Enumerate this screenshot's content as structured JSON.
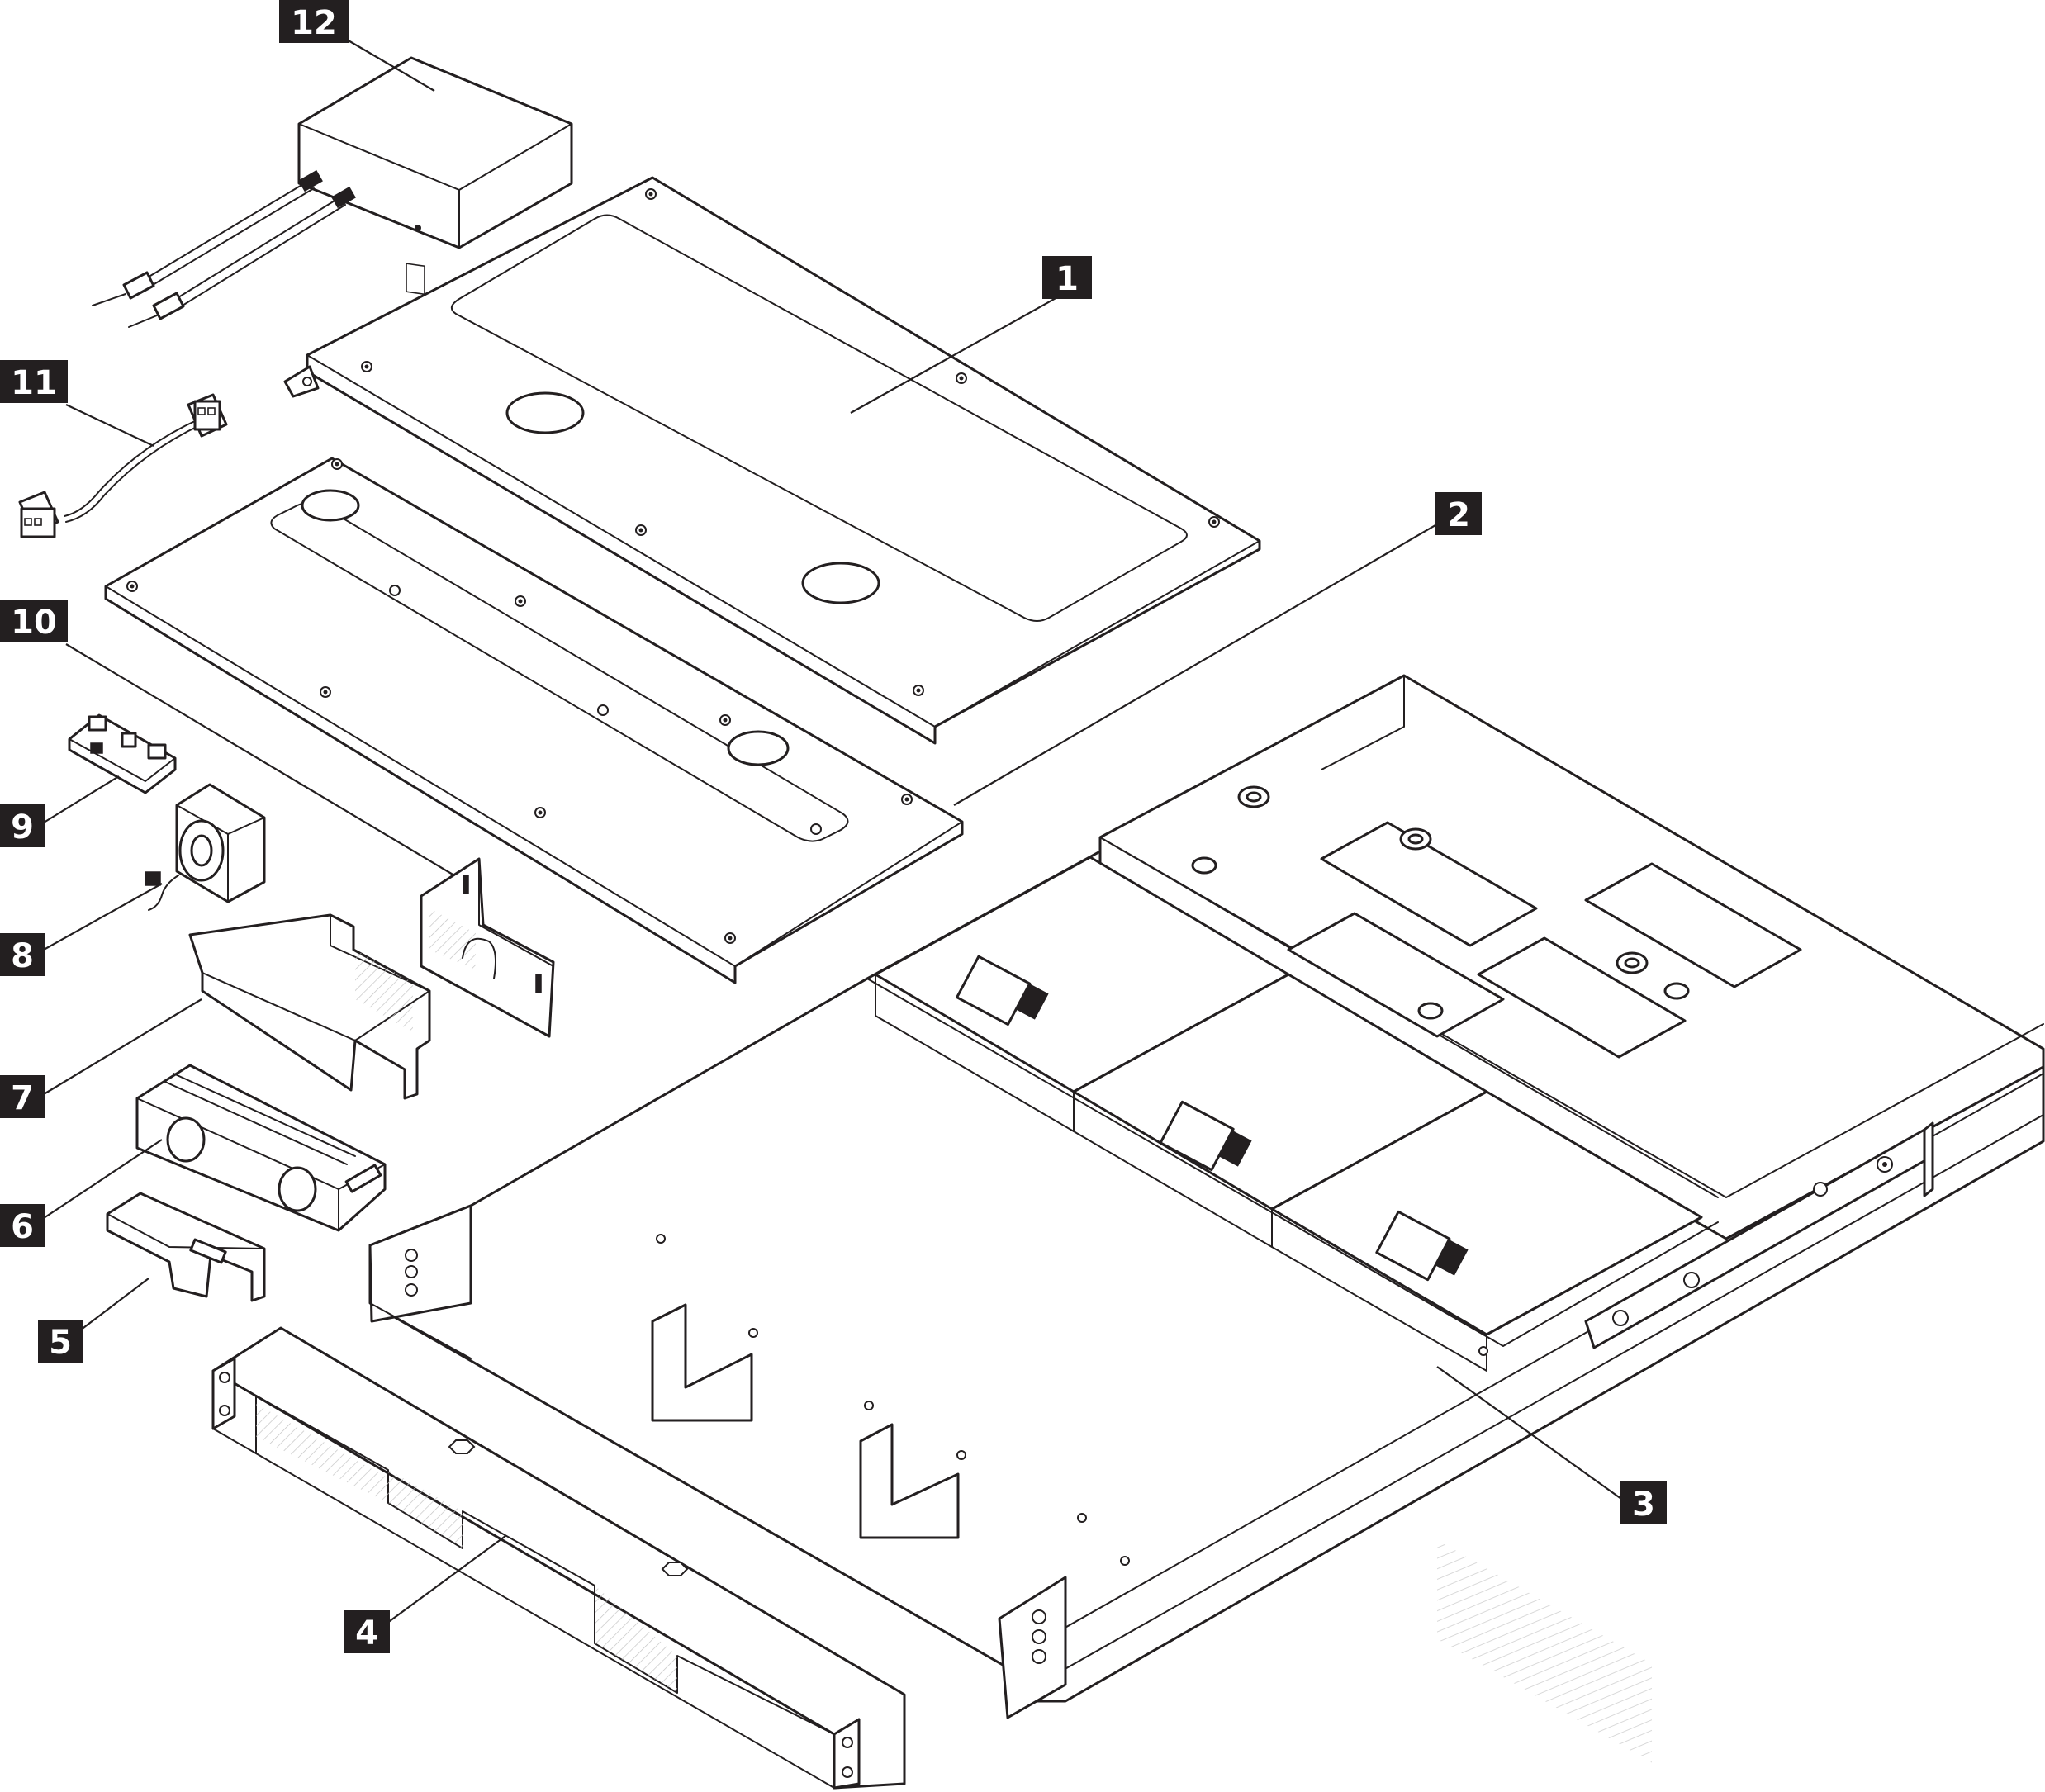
{
  "callouts": [
    {
      "id": "1",
      "label": "1"
    },
    {
      "id": "2",
      "label": "2"
    },
    {
      "id": "3",
      "label": "3"
    },
    {
      "id": "4",
      "label": "4"
    },
    {
      "id": "5",
      "label": "5"
    },
    {
      "id": "6",
      "label": "6"
    },
    {
      "id": "7",
      "label": "7"
    },
    {
      "id": "8",
      "label": "8"
    },
    {
      "id": "9",
      "label": "9"
    },
    {
      "id": "10",
      "label": "10"
    },
    {
      "id": "11",
      "label": "11"
    },
    {
      "id": "12",
      "label": "12"
    }
  ],
  "colors": {
    "ink": "#231f20",
    "background": "#ffffff",
    "hatch": "#bdbdbd"
  }
}
